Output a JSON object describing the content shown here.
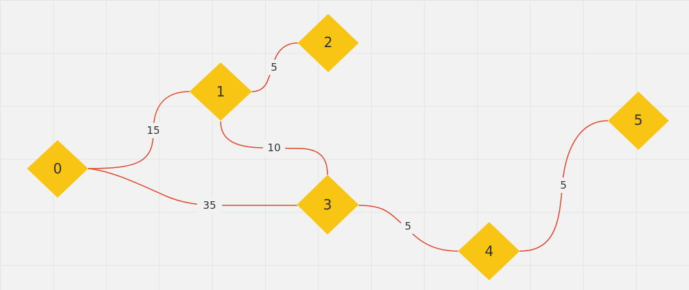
{
  "colors": {
    "node": "#f8c514",
    "edge": "#e0472e",
    "label_bg": "#f2f2f2"
  },
  "nodes": [
    {
      "id": "0",
      "label": "0"
    },
    {
      "id": "1",
      "label": "1"
    },
    {
      "id": "2",
      "label": "2"
    },
    {
      "id": "3",
      "label": "3"
    },
    {
      "id": "4",
      "label": "4"
    },
    {
      "id": "5",
      "label": "5"
    }
  ],
  "edges": [
    {
      "from": "0",
      "to": "1",
      "weight": "15"
    },
    {
      "from": "0",
      "to": "3",
      "weight": "35"
    },
    {
      "from": "1",
      "to": "2",
      "weight": "5"
    },
    {
      "from": "1",
      "to": "3",
      "weight": "10"
    },
    {
      "from": "3",
      "to": "4",
      "weight": "5"
    },
    {
      "from": "4",
      "to": "5",
      "weight": "5"
    }
  ]
}
